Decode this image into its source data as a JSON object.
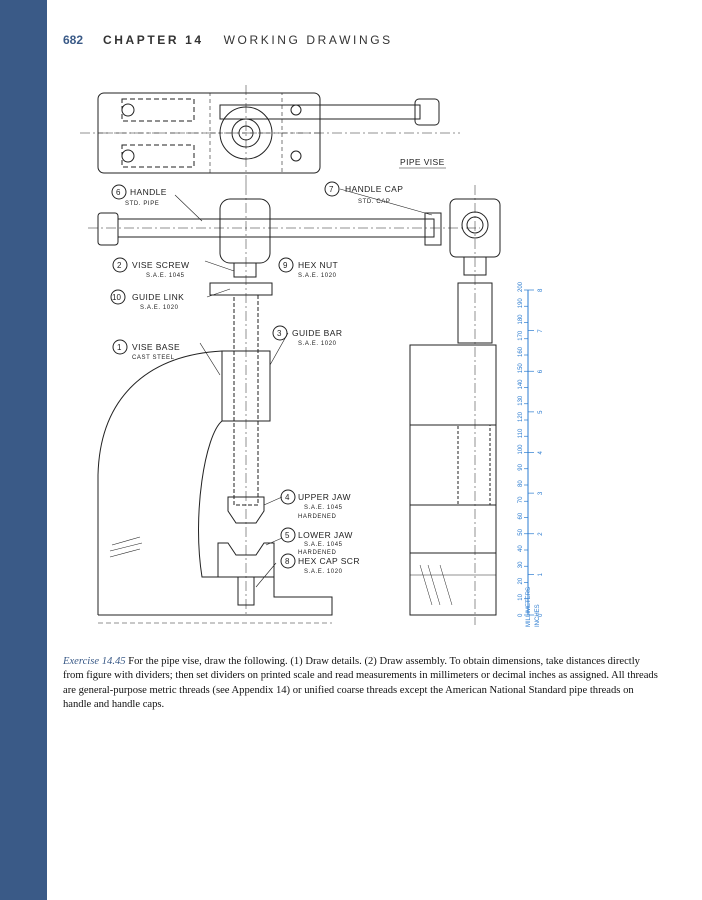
{
  "header": {
    "page_number": "682",
    "chapter": "CHAPTER 14",
    "section": "WORKING DRAWINGS"
  },
  "figure": {
    "title": "PIPE VISE",
    "parts": [
      {
        "num": "6",
        "name": "HANDLE",
        "spec": "STD. PIPE"
      },
      {
        "num": "7",
        "name": "HANDLE CAP",
        "spec": "STD. CAP"
      },
      {
        "num": "2",
        "name": "VISE SCREW",
        "spec": "S.A.E. 1045"
      },
      {
        "num": "9",
        "name": "HEX NUT",
        "spec": "S.A.E. 1020"
      },
      {
        "num": "10",
        "name": "GUIDE LINK",
        "spec": "S.A.E. 1020"
      },
      {
        "num": "3",
        "name": "GUIDE BAR",
        "spec": "S.A.E. 1020"
      },
      {
        "num": "1",
        "name": "VISE BASE",
        "spec": "CAST STEEL"
      },
      {
        "num": "4",
        "name": "UPPER JAW",
        "spec": "S.A.E. 1045",
        "spec2": "HARDENED"
      },
      {
        "num": "5",
        "name": "LOWER JAW",
        "spec": "S.A.E. 1045",
        "spec2": "HARDENED"
      },
      {
        "num": "8",
        "name": "HEX CAP SCR",
        "spec": "S.A.E. 1020"
      }
    ],
    "scale": {
      "mm_label": "MILLIMETERS",
      "in_label": "INCHES",
      "mm_ticks": [
        "0",
        "10",
        "20",
        "30",
        "40",
        "50",
        "60",
        "70",
        "80",
        "90",
        "100",
        "110",
        "120",
        "130",
        "140",
        "150",
        "160",
        "170",
        "180",
        "190",
        "200"
      ],
      "in_ticks": [
        "0",
        "1",
        "2",
        "3",
        "4",
        "5",
        "6",
        "7",
        "8"
      ]
    },
    "colors": {
      "scale": "#2a7bd0",
      "ink": "#222222",
      "accent": "#3a5a87"
    }
  },
  "caption": {
    "label": "Exercise 14.45",
    "text": " For the pipe vise, draw the following. (1) Draw details. (2) Draw assembly. To obtain dimensions, take distances directly from figure with dividers; then set dividers on printed scale and read measurements in millimeters or decimal inches as assigned. All threads are general-purpose metric threads (see Appendix 14) or unified coarse threads except the American National Standard pipe threads on handle and handle caps."
  }
}
